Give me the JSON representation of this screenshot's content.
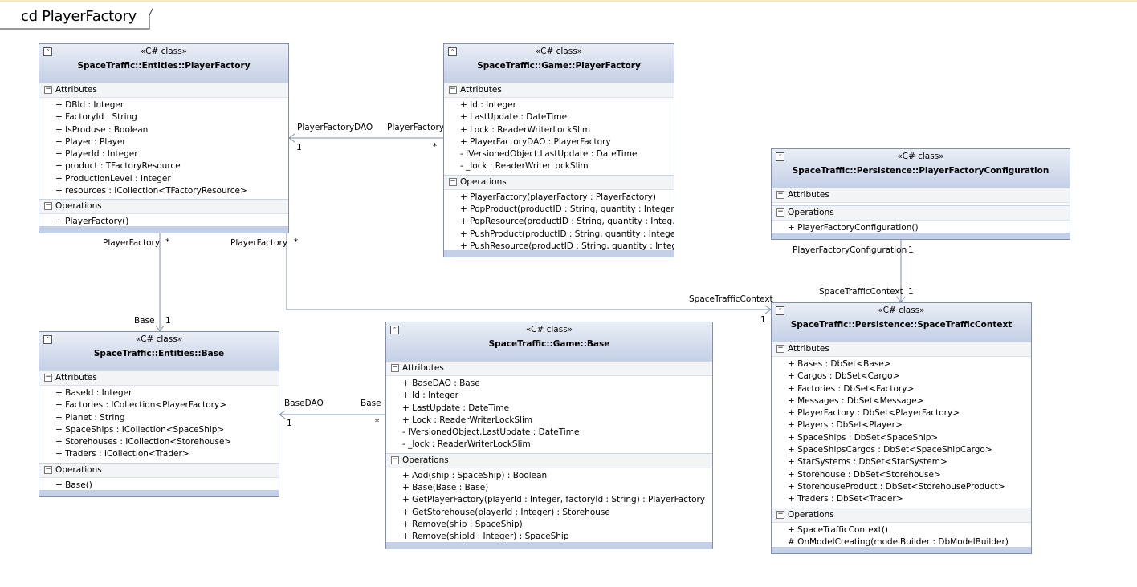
{
  "diagram": {
    "title": "cd PlayerFactory"
  },
  "ui": {
    "collapse_glyph": "⌃",
    "minus_glyph": "−",
    "attributes_label": "Attributes",
    "operations_label": "Operations"
  },
  "classes": {
    "entities_player_factory": {
      "stereotype": "«C# class»",
      "name": "SpaceTraffic::Entities::PlayerFactory",
      "attributes": [
        "+ DBId : Integer",
        "+ FactoryId : String",
        "+ IsProduse : Boolean",
        "+ Player : Player",
        "+ PlayerId : Integer",
        "+ product : TFactoryResource",
        "+ ProductionLevel : Integer",
        "+ resources : ICollection<TFactoryResource>"
      ],
      "operations": [
        "+ PlayerFactory()"
      ]
    },
    "game_player_factory": {
      "stereotype": "«C# class»",
      "name": "SpaceTraffic::Game::PlayerFactory",
      "attributes": [
        "+ Id : Integer",
        "+ LastUpdate : DateTime",
        "+ Lock : ReaderWriterLockSlim",
        "+ PlayerFactoryDAO : PlayerFactory",
        "- IVersionedObject.LastUpdate : DateTime",
        "- _lock : ReaderWriterLockSlim"
      ],
      "operations": [
        "+ PlayerFactory(playerFactory : PlayerFactory)",
        "+ PopProduct(productID : String, quantity : Integer...",
        "+ PopResource(productID : String, quantity : Integ...",
        "+ PushProduct(productID : String, quantity : Intege...",
        "+ PushResource(productID : String, quantity : Integ..."
      ]
    },
    "player_factory_configuration": {
      "stereotype": "«C# class»",
      "name": "SpaceTraffic::Persistence::PlayerFactoryConfiguration",
      "attributes": [],
      "operations": [
        "+ PlayerFactoryConfiguration()"
      ]
    },
    "entities_base": {
      "stereotype": "«C# class»",
      "name": "SpaceTraffic::Entities::Base",
      "attributes": [
        "+ BaseId : Integer",
        "+ Factories : ICollection<PlayerFactory>",
        "+ Planet : String",
        "+ SpaceShips : ICollection<SpaceShip>",
        "+ Storehouses : ICollection<Storehouse>",
        "+ Traders : ICollection<Trader>"
      ],
      "operations": [
        "+ Base()"
      ]
    },
    "game_base": {
      "stereotype": "«C# class»",
      "name": "SpaceTraffic::Game::Base",
      "attributes": [
        "+ BaseDAO : Base",
        "+ Id : Integer",
        "+ LastUpdate : DateTime",
        "+ Lock : ReaderWriterLockSlim",
        "- IVersionedObject.LastUpdate : DateTime",
        "- _lock : ReaderWriterLockSlim"
      ],
      "operations": [
        "+ Add(ship : SpaceShip) : Boolean",
        "+ Base(Base : Base)",
        "+ GetPlayerFactory(playerId : Integer, factoryId : String) : PlayerFactory",
        "+ GetStorehouse(playerId : Integer) : Storehouse",
        "+ Remove(ship : SpaceShip)",
        "+ Remove(shipId : Integer) : SpaceShip"
      ]
    },
    "space_traffic_context": {
      "stereotype": "«C# class»",
      "name": "SpaceTraffic::Persistence::SpaceTrafficContext",
      "attributes": [
        "+ Bases : DbSet<Base>",
        "+ Cargos : DbSet<Cargo>",
        "+ Factories : DbSet<Factory>",
        "+ Messages : DbSet<Message>",
        "+ PlayerFactory : DbSet<PlayerFactory>",
        "+ Players : DbSet<Player>",
        "+ SpaceShips : DbSet<SpaceShip>",
        "+ SpaceShipsCargos : DbSet<SpaceShipCargo>",
        "+ StarSystems : DbSet<StarSystem>",
        "+ Storehouse : DbSet<Storehouse>",
        "+ StorehouseProduct : DbSet<StorehouseProduct>",
        "+ Traders : DbSet<Trader>"
      ],
      "operations": [
        "+ SpaceTrafficContext()",
        "# OnModelCreating(modelBuilder : DbModelBuilder)"
      ]
    }
  },
  "associations": {
    "pf_dao_role": "PlayerFactoryDAO",
    "pf_dao_mult": "1",
    "pf_game_role": "PlayerFactory",
    "pf_game_mult": "*",
    "pf_base_role_pf": "PlayerFactory",
    "pf_base_mult_pf": "*",
    "pf_base_role_base": "Base",
    "pf_base_mult_base": "1",
    "pf_ctx_role_pf": "PlayerFactory",
    "pf_ctx_mult_pf": "*",
    "pf_ctx_role_ctx": "SpaceTrafficContext",
    "pf_ctx_mult_ctx": "1",
    "conf_role_conf": "PlayerFactoryConfiguration",
    "conf_mult_conf": "1",
    "conf_role_ctx": "SpaceTrafficContext",
    "conf_mult_ctx": "1",
    "base_dao_role": "BaseDAO",
    "base_dao_mult": "1",
    "base_game_role": "Base",
    "base_game_mult": "*"
  },
  "colors": {
    "header_top": "#eaeef6",
    "header_bottom": "#c5d0e6",
    "border": "#7f8fb0",
    "line": "#7f8fa8"
  }
}
